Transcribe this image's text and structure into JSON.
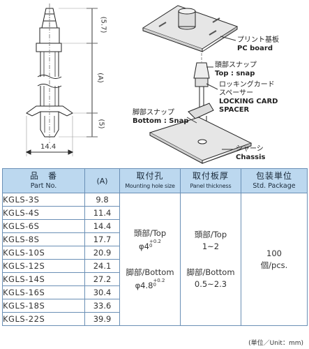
{
  "labels": {
    "pc_board_jp": "プリント基板",
    "pc_board_en": "PC board",
    "top_snap_jp": "頭部スナップ",
    "top_snap_en": "Top : snap",
    "locking_jp": "ロッキングカード",
    "spacer_jp": "スペーサー",
    "locking_en": "LOCKING CARD",
    "spacer_en": "SPACER",
    "bottom_snap_jp": "脚部スナップ",
    "bottom_snap_en": "Bottom : Snap",
    "chassis_jp": "シャーシ",
    "chassis_en": "Chassis"
  },
  "dimensions": {
    "top": "(5.7)",
    "middle": "(A)",
    "bottom": "(5)",
    "width": "14.4"
  },
  "table": {
    "headers": [
      {
        "jp": "品　番",
        "en": "Part No."
      },
      {
        "jp": "",
        "en": "(A)"
      },
      {
        "jp": "取付孔",
        "en": "Mounting hole size"
      },
      {
        "jp": "取付板厚",
        "en": "Panel thickness"
      },
      {
        "jp": "包装単位",
        "en": "Std. Package"
      }
    ],
    "rows": [
      {
        "part": "KGLS-3S",
        "a": "9.8"
      },
      {
        "part": "KGLS-4S",
        "a": "11.4"
      },
      {
        "part": "KGLS-6S",
        "a": "14.4"
      },
      {
        "part": "KGLS-8S",
        "a": "17.7"
      },
      {
        "part": "KGLS-10S",
        "a": "20.9"
      },
      {
        "part": "KGLS-12S",
        "a": "24.1"
      },
      {
        "part": "KGLS-14S",
        "a": "27.2"
      },
      {
        "part": "KGLS-16S",
        "a": "30.4"
      },
      {
        "part": "KGLS-18S",
        "a": "33.6"
      },
      {
        "part": "KGLS-22S",
        "a": "39.9"
      }
    ],
    "mounting": {
      "top_label": "頭部/Top",
      "top_value": "φ4",
      "top_tol_plus": "+0.2",
      "top_tol_minus": "0",
      "bottom_label": "脚部/Bottom",
      "bottom_value": "φ4.8",
      "bottom_tol_plus": "+0.2",
      "bottom_tol_minus": "0"
    },
    "panel": {
      "top_label": "頭部/Top",
      "top_value": "1~2",
      "bottom_label": "脚部/Bottom",
      "bottom_value": "0.5~2.3"
    },
    "package": {
      "qty": "100",
      "unit": "個/pcs."
    }
  },
  "unit_note": "(単位／Unit：mm)"
}
